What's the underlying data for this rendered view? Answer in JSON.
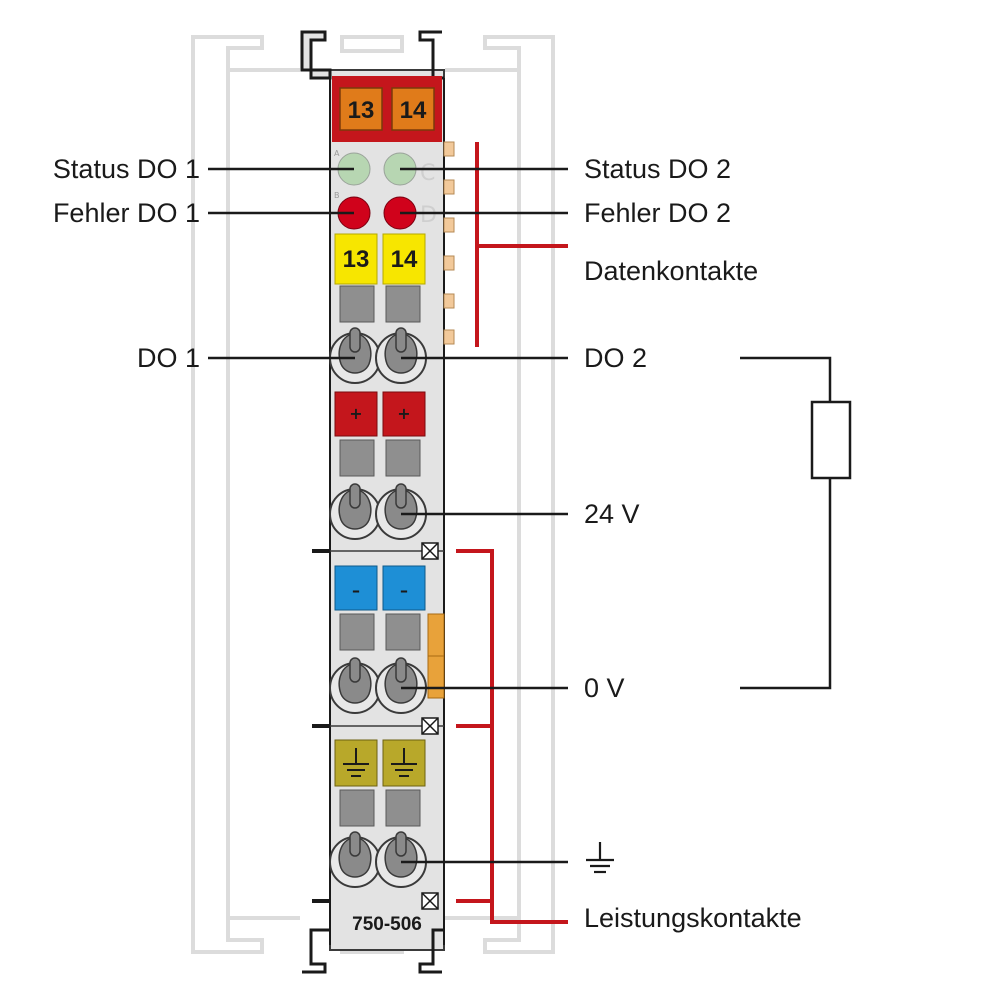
{
  "module": {
    "model": "750-506",
    "top_markers": [
      "13",
      "14"
    ],
    "yellow_markers": [
      "13",
      "14"
    ],
    "plus_symbol": "+",
    "minus_symbol": "–",
    "led_letters": [
      "A",
      "B",
      "C",
      "D"
    ]
  },
  "labels": {
    "status_do1": "Status DO 1",
    "fehler_do1": "Fehler DO 1",
    "do1": "DO 1",
    "status_do2": "Status DO 2",
    "fehler_do2": "Fehler DO 2",
    "datenkontakte": "Datenkontakte",
    "do2": "DO 2",
    "v24": "24 V",
    "v0": "0 V",
    "leistungskontakte": "Leistungskontakte"
  },
  "colors": {
    "housing": "#e3e3e3",
    "top_red": "#c4161c",
    "marker_orange": "#e07b1a",
    "marker_yellow": "#f7e600",
    "led_green": "#b7d6b2",
    "led_red": "#d0021b",
    "plus_red": "#c4161c",
    "minus_blue": "#1e8fd6",
    "ground_olive": "#b8a82a",
    "contact_red": "#c4161c",
    "power_orange": "#e8a23a"
  }
}
